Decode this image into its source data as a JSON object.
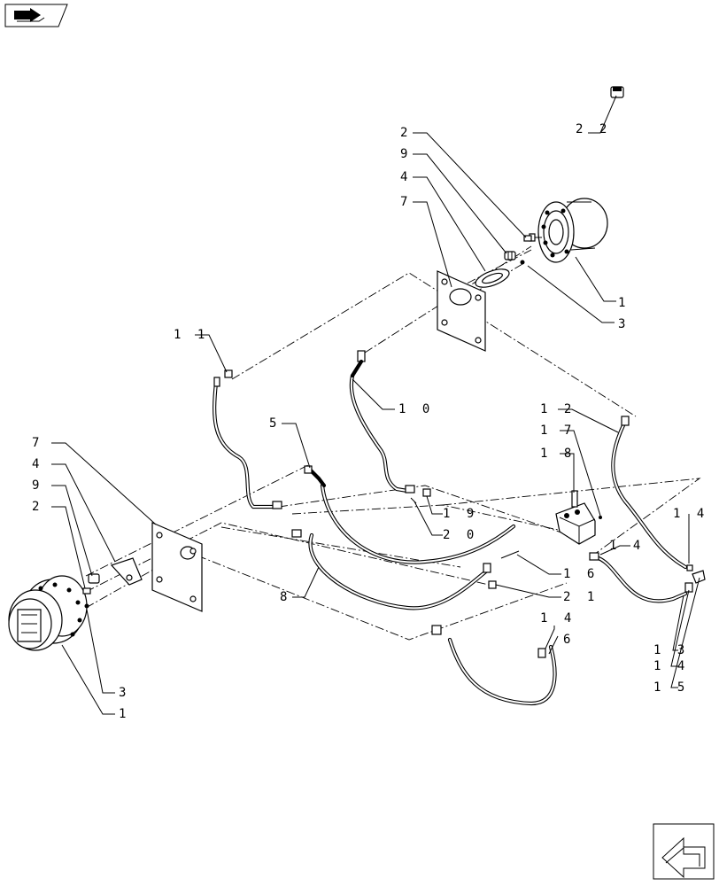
{
  "icons": {
    "top_left": "book-arrow-icon",
    "bottom_right": "next-page-arrow-icon"
  },
  "callouts": [
    {
      "id": "c22",
      "text": "2 2"
    },
    {
      "id": "c2_top",
      "text": "2"
    },
    {
      "id": "c9_top",
      "text": "9"
    },
    {
      "id": "c4_top",
      "text": "4"
    },
    {
      "id": "c7_top",
      "text": "7"
    },
    {
      "id": "c1_top",
      "text": "1"
    },
    {
      "id": "c3_top",
      "text": "3"
    },
    {
      "id": "c11",
      "text": "1 1"
    },
    {
      "id": "c10",
      "text": "1 0"
    },
    {
      "id": "c5",
      "text": "5"
    },
    {
      "id": "c12",
      "text": "1 2"
    },
    {
      "id": "c17",
      "text": "1 7"
    },
    {
      "id": "c18",
      "text": "1 8"
    },
    {
      "id": "c19",
      "text": "1 9"
    },
    {
      "id": "c20",
      "text": "2 0"
    },
    {
      "id": "c14_a",
      "text": "1 4"
    },
    {
      "id": "c14_b",
      "text": "1 4"
    },
    {
      "id": "c16",
      "text": "1 6"
    },
    {
      "id": "c21",
      "text": "2 1"
    },
    {
      "id": "c7_left",
      "text": "7"
    },
    {
      "id": "c4_left",
      "text": "4"
    },
    {
      "id": "c9_left",
      "text": "9"
    },
    {
      "id": "c2_left",
      "text": "2"
    },
    {
      "id": "c8",
      "text": "8"
    },
    {
      "id": "c14_c",
      "text": "1 4"
    },
    {
      "id": "c6",
      "text": "6"
    },
    {
      "id": "c13",
      "text": "1 3"
    },
    {
      "id": "c14_d",
      "text": "1 4"
    },
    {
      "id": "c15",
      "text": "1 5"
    },
    {
      "id": "c3_left",
      "text": "3"
    },
    {
      "id": "c1_left",
      "text": "1"
    }
  ]
}
